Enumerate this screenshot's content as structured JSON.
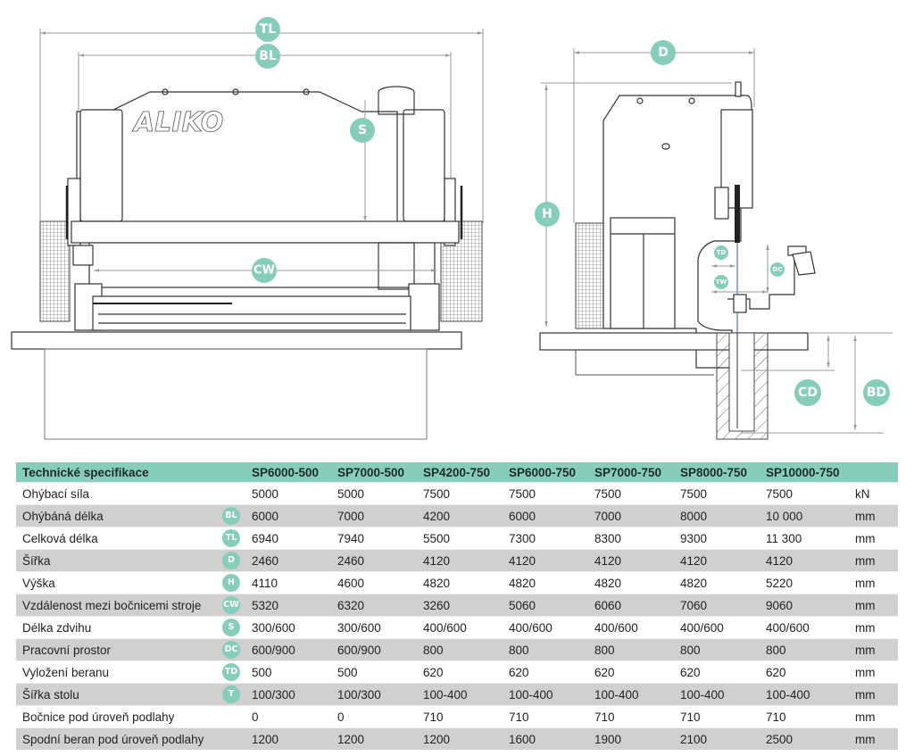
{
  "drawing": {
    "front": {
      "logo": "ALIKO",
      "labels": {
        "tl": "TL",
        "bl": "BL",
        "s": "S",
        "cw": "CW"
      }
    },
    "side": {
      "labels": {
        "d": "D",
        "h": "H",
        "td": "TD",
        "dc": "DC",
        "tw": "TW",
        "cd": "CD",
        "bd": "BD"
      }
    },
    "accent_color": "#86cdbb",
    "row_stripe_color": "#d0d1ce"
  },
  "table": {
    "title": "Technické specifikace",
    "models": [
      "SP6000-500",
      "SP7000-500",
      "SP4200-750",
      "SP6000-750",
      "SP7000-750",
      "SP8000-750",
      "SP10000-750"
    ],
    "rows": [
      {
        "label": "Ohýbací síla",
        "badge": "",
        "values": [
          "5000",
          "5000",
          "7500",
          "7500",
          "7500",
          "7500",
          "7500"
        ],
        "unit": "kN"
      },
      {
        "label": "Ohýbáná délka",
        "badge": "BL",
        "values": [
          "6000",
          "7000",
          "4200",
          "6000",
          "7000",
          "8000",
          "10 000"
        ],
        "unit": "mm"
      },
      {
        "label": "Celková délka",
        "badge": "TL",
        "values": [
          "6940",
          "7940",
          "5500",
          "7300",
          "8300",
          "9300",
          "11 300"
        ],
        "unit": "mm"
      },
      {
        "label": "Šířka",
        "badge": "D",
        "values": [
          "2460",
          "2460",
          "4120",
          "4120",
          "4120",
          "4120",
          "4120"
        ],
        "unit": "mm"
      },
      {
        "label": "Výška",
        "badge": "H",
        "values": [
          "4110",
          "4600",
          "4820",
          "4820",
          "4820",
          "4820",
          "5220"
        ],
        "unit": "mm"
      },
      {
        "label": "Vzdálenost mezi bočnicemi stroje",
        "badge": "CW",
        "values": [
          "5320",
          "6320",
          "3260",
          "5060",
          "6060",
          "7060",
          "9060"
        ],
        "unit": "mm"
      },
      {
        "label": "Délka zdvihu",
        "badge": "S",
        "values": [
          "300/600",
          "300/600",
          "400/600",
          "400/600",
          "400/600",
          "400/600",
          "400/600"
        ],
        "unit": "mm"
      },
      {
        "label": "Pracovní prostor",
        "badge": "DC",
        "values": [
          "600/900",
          "600/900",
          "800",
          "800",
          "800",
          "800",
          "800"
        ],
        "unit": "mm"
      },
      {
        "label": "Vyložení beranu",
        "badge": "TD",
        "values": [
          "500",
          "500",
          "620",
          "620",
          "620",
          "620",
          "620"
        ],
        "unit": "mm"
      },
      {
        "label": "Šířka stolu",
        "badge": "T",
        "values": [
          "100/300",
          "100/300",
          "100-400",
          "100-400",
          "100-400",
          "100-400",
          "100-400"
        ],
        "unit": "mm"
      },
      {
        "label": "Bočnice pod úroveň podlahy",
        "badge": "",
        "values": [
          "0",
          "0",
          "710",
          "710",
          "710",
          "710",
          "710"
        ],
        "unit": "mm"
      },
      {
        "label": "Spodní beran pod úroveň podlahy",
        "badge": "",
        "values": [
          "1200",
          "1200",
          "1200",
          "1600",
          "1900",
          "2100",
          "2500"
        ],
        "unit": "mm"
      }
    ]
  }
}
